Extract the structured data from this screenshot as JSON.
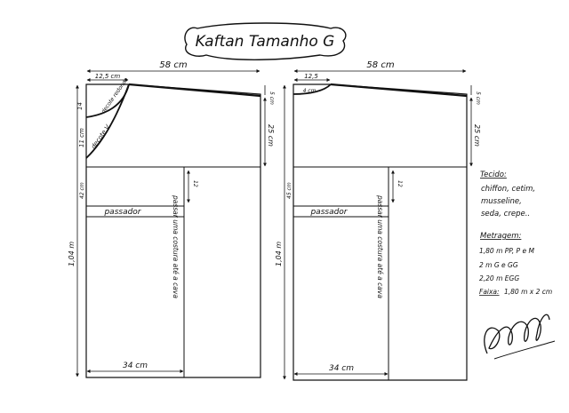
{
  "title": "Kaftan Tamanho G",
  "front": {
    "width_label": "58 cm",
    "neck_width": "12,5 cm",
    "shoulder_drop": "5 cm",
    "armhole_depth": "25 cm",
    "neck_depth_a": "14",
    "neck_depth_b": "11 cm",
    "neck_curve_a": "decote redondo",
    "neck_curve_b": "decote V",
    "waist_mark": "42 cm",
    "total_length": "1,04 m",
    "drawstring": "passador",
    "slit_mark": "12",
    "seam_note_a": "passar uma costura até a cava",
    "bottom_width": "34 cm"
  },
  "back": {
    "width_label": "58 cm",
    "neck_width": "12,5",
    "neck_depth": "4 cm",
    "shoulder_drop": "5 cm",
    "armhole_depth": "25 cm",
    "waist_mark": "45 cm",
    "total_length": "1,04 m",
    "drawstring": "passador",
    "slit_mark": "12",
    "seam_note_a": "passar uma costura até a cava",
    "bottom_width": "34 cm"
  },
  "notes": {
    "fabric_title": "Tecido:",
    "fabric_lines": [
      "chiffon, cetim,",
      "musseline,",
      "seda, crepe.."
    ],
    "yardage_title": "Metragem:",
    "yardage_lines": [
      "1,80 m PP, P e M",
      "2 m G e GG",
      "2,20 m EGG"
    ],
    "band_label": "Faixa:",
    "band_value": "1,80 m x 2 cm"
  }
}
